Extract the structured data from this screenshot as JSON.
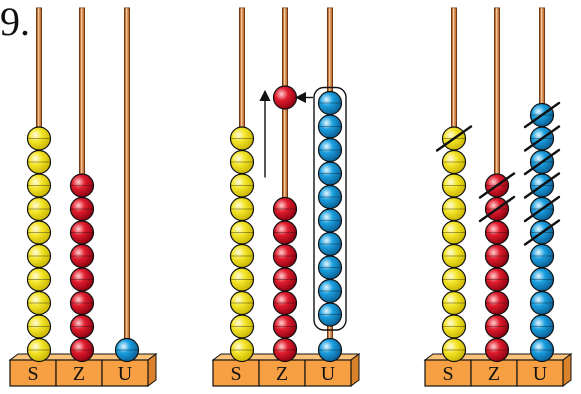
{
  "exercise_number": "9.",
  "colors": {
    "S": "#f4e62a",
    "Z": "#e11d2e",
    "U": "#1ba0e0",
    "rod": "#c7783c",
    "base": "#f6a043",
    "strike": "#111111"
  },
  "abaci": [
    {
      "rods": [
        {
          "label": "S",
          "count": 10,
          "crossed": 0
        },
        {
          "label": "Z",
          "count": 8,
          "crossed": 0
        },
        {
          "label": "U",
          "count": 1,
          "crossed": 0
        }
      ],
      "group_u": false,
      "carry": null
    },
    {
      "rods": [
        {
          "label": "S",
          "count": 10,
          "crossed": 0
        },
        {
          "label": "Z",
          "count": 7,
          "crossed": 0
        },
        {
          "label": "U",
          "count": 1,
          "crossed": 0
        }
      ],
      "group_u": true,
      "group_count": 10,
      "carry": {
        "from": "U",
        "to": "Z",
        "color": "Z"
      }
    },
    {
      "rods": [
        {
          "label": "S",
          "count": 10,
          "crossed": 1
        },
        {
          "label": "Z",
          "count": 8,
          "crossed": 2
        },
        {
          "label": "U",
          "count": 11,
          "crossed": 6
        }
      ],
      "group_u": false,
      "carry": null
    }
  ]
}
